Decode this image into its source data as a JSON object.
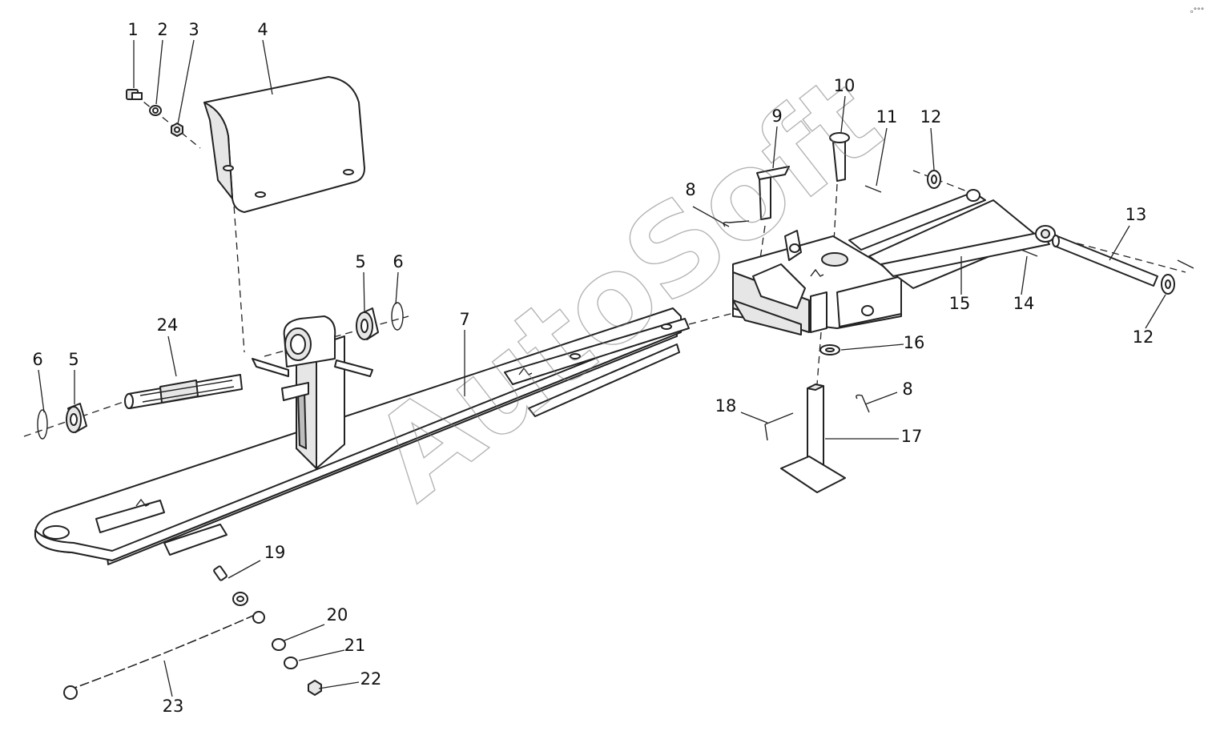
{
  "watermark": "AutoSoft",
  "callouts": [
    "1",
    "2",
    "3",
    "4",
    "5",
    "5",
    "6",
    "6",
    "7",
    "8",
    "8",
    "9",
    "10",
    "11",
    "12",
    "12",
    "13",
    "14",
    "15",
    "16",
    "17",
    "18",
    "19",
    "20",
    "21",
    "22",
    "23",
    "24"
  ]
}
